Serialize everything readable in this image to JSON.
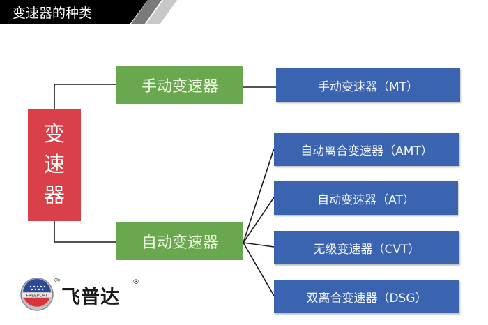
{
  "header": {
    "title": "变速器的种类"
  },
  "diagram": {
    "root": {
      "label_chars": [
        "变",
        "速",
        "器"
      ],
      "color": "#d9404a"
    },
    "branches": [
      {
        "label": "手动变速器",
        "color": "#6aa84f",
        "children": [
          {
            "label": "手动变速器（MT）"
          }
        ]
      },
      {
        "label": "自动变速器",
        "color": "#6aa84f",
        "children": [
          {
            "label": "自动离合变速器（AMT）"
          },
          {
            "label": "自动变速器（AT）"
          },
          {
            "label": "无级变速器（CVT）"
          },
          {
            "label": "双离合变速器（DSG）"
          }
        ]
      }
    ],
    "leaf_color": "#3a63b0"
  },
  "logo": {
    "emblem_text": "FREEPORT",
    "brand_name": "飞普达",
    "registered_mark": "®"
  }
}
